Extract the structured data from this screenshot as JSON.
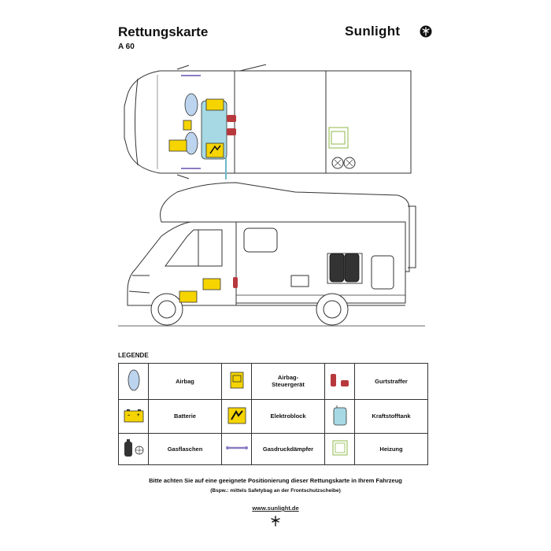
{
  "header": {
    "title": "Rettungskarte",
    "model": "A 60",
    "brand": "Sunlight"
  },
  "legend": {
    "title": "LEGENDE",
    "rows": [
      [
        {
          "icon": "airbag-icon",
          "label": "Airbag"
        },
        {
          "icon": "airbag-control-unit-icon",
          "label": "Airbag-\nSteuergerät"
        },
        {
          "icon": "belt-tensioner-icon",
          "label": "Gurtstraffer"
        }
      ],
      [
        {
          "icon": "battery-icon",
          "label": "Batterie"
        },
        {
          "icon": "electroblock-icon",
          "label": "Elektroblock"
        },
        {
          "icon": "fuel-tank-icon",
          "label": "Kraftstofftank"
        }
      ],
      [
        {
          "icon": "gas-bottle-icon",
          "label": "Gasflaschen"
        },
        {
          "icon": "gas-spring-icon",
          "label": "Gasdruckdämpfer"
        },
        {
          "icon": "heater-icon",
          "label": "Heizung"
        }
      ]
    ]
  },
  "notice": {
    "line1": "Bitte achten Sie auf eine geeignete Positionierung dieser Rettungskarte in Ihrem Fahrzeug",
    "line2": "(Bspw.: mittels Safetybag an der Frontschutzscheibe)"
  },
  "footer": {
    "link": "www.sunlight.de"
  },
  "colors": {
    "battery": "#f5d400",
    "airbag": "#bcd4ee",
    "fuel_tank": "#a6d9e3",
    "belt_tensioner": "#b8393d",
    "heater": "#8fb84a",
    "gas_spring": "#8c7bc4"
  }
}
